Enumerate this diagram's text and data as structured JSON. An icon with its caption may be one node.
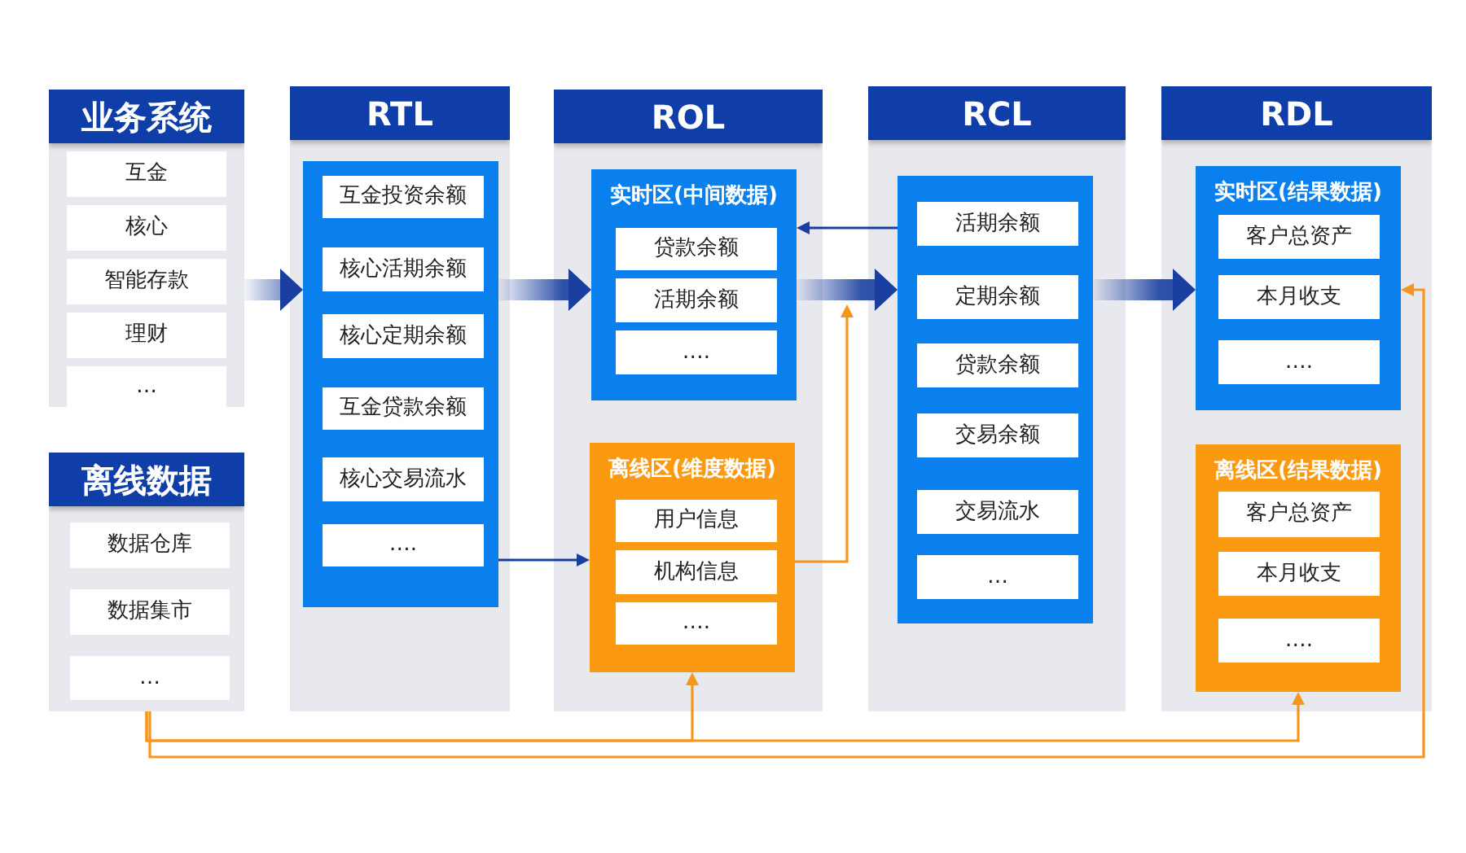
{
  "diagram": {
    "nodes": [
      {
        "text": [
          "业务系统"
        ]
      },
      {
        "text": [
          "互金"
        ],
        "in": 0
      },
      {
        "text": [
          "核心"
        ],
        "in": 0
      },
      {
        "text": [
          "智能存款"
        ],
        "in": 0
      },
      {
        "text": [
          "理财"
        ],
        "in": 0
      },
      {
        "text": [
          "…"
        ],
        "in": 0
      },
      {
        "text": [
          "离线数据"
        ]
      },
      {
        "text": [
          "数据仓库"
        ],
        "in": 6
      },
      {
        "text": [
          "数据集市"
        ],
        "in": 6
      },
      {
        "text": [
          "…"
        ],
        "in": 6
      },
      {
        "text": [
          "RTL"
        ]
      },
      {
        "text": [],
        "shape": "box",
        "in": 10
      },
      {
        "text": [
          "互金投资余额"
        ],
        "in": 11
      },
      {
        "text": [
          "核心活期余额"
        ],
        "in": 11
      },
      {
        "text": [
          "核心定期余额"
        ],
        "in": 11
      },
      {
        "text": [
          "互金贷款余额"
        ],
        "in": 11
      },
      {
        "text": [
          "核心交易流水"
        ],
        "in": 11
      },
      {
        "text": [
          "…."
        ],
        "in": 11
      },
      {
        "text": [
          "ROL"
        ]
      },
      {
        "text": [
          "实时区(中间数据)"
        ],
        "in": 18
      },
      {
        "text": [
          "贷款余额"
        ],
        "in": 19
      },
      {
        "text": [
          "活期余额"
        ],
        "in": 19
      },
      {
        "text": [
          "…."
        ],
        "in": 19
      },
      {
        "text": [
          "离线区(维度数据)"
        ],
        "in": 18
      },
      {
        "text": [
          "用户信息"
        ],
        "in": 23
      },
      {
        "text": [
          "机构信息"
        ],
        "in": 23
      },
      {
        "text": [
          "…."
        ],
        "in": 23
      },
      {
        "text": [
          "RCL"
        ]
      },
      {
        "text": [],
        "shape": "box",
        "in": 27
      },
      {
        "text": [
          "活期余额"
        ],
        "in": 28
      },
      {
        "text": [
          "定期余额"
        ],
        "in": 28
      },
      {
        "text": [
          "贷款余额"
        ],
        "in": 28
      },
      {
        "text": [
          "交易余额"
        ],
        "in": 28
      },
      {
        "text": [
          "交易流水"
        ],
        "in": 28
      },
      {
        "text": [
          "…"
        ],
        "in": 28
      },
      {
        "text": [
          "RDL"
        ]
      },
      {
        "text": [
          "实时区(结果数据)"
        ],
        "in": 35
      },
      {
        "text": [
          "客户总资产"
        ],
        "in": 36
      },
      {
        "text": [
          "本月收支"
        ],
        "in": 36
      },
      {
        "text": [
          "…."
        ],
        "in": 36
      },
      {
        "text": [
          "离线区(结果数据)"
        ],
        "in": 35
      },
      {
        "text": [
          "客户总资产"
        ],
        "in": 40
      },
      {
        "text": [
          "本月收支"
        ],
        "in": 40
      },
      {
        "text": [
          "…."
        ],
        "in": 40
      }
    ],
    "edges": [
      {
        "from": 0,
        "to": 11,
        "arrow": "to",
        "style": "thick",
        "color": "#1a3fa0"
      },
      {
        "from": 11,
        "to": 19,
        "arrow": "to",
        "style": "thick",
        "color": "#1a3fa0"
      },
      {
        "from": 19,
        "to": 28,
        "arrow": "to",
        "style": "thick",
        "color": "#1a3fa0"
      },
      {
        "from": 28,
        "to": 36,
        "arrow": "to",
        "style": "thick",
        "color": "#1a3fa0"
      },
      {
        "from": 28,
        "to": 19,
        "arrow": "to",
        "color": "#1a3fa0"
      },
      {
        "from": 11,
        "to": 23,
        "arrow": "to",
        "color": "#1a3fa0"
      },
      {
        "from": 23,
        "to": 27,
        "arrow": "to",
        "color": "#f7961c"
      },
      {
        "from": 6,
        "to": 23,
        "arrow": "to",
        "color": "#f7961c"
      },
      {
        "from": 6,
        "to": 40,
        "arrow": "to",
        "color": "#f7961c"
      },
      {
        "from": 6,
        "to": 36,
        "arrow": "to",
        "color": "#f7961c"
      }
    ]
  }
}
